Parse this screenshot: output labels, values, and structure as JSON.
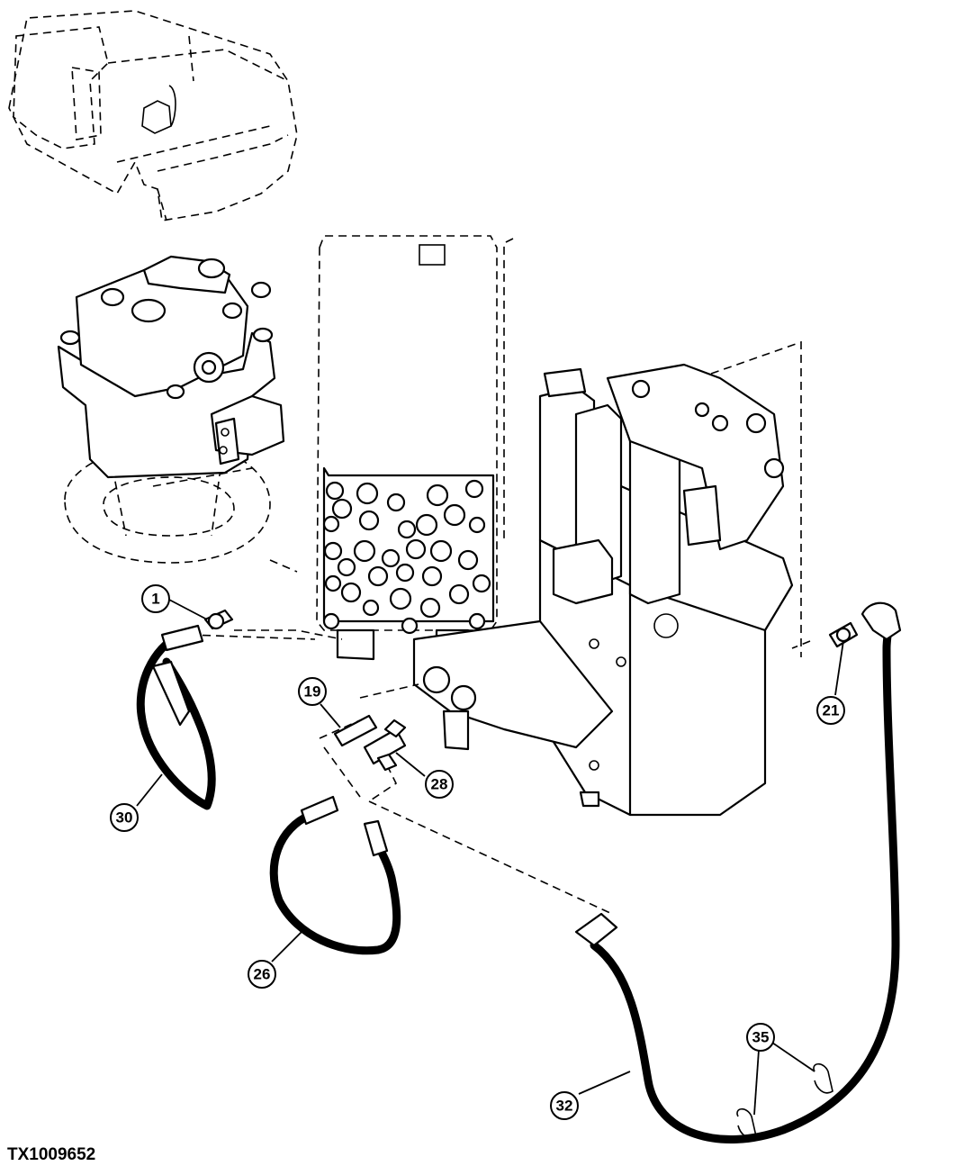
{
  "figure_id": "TX1009652",
  "callouts": {
    "c1": "1",
    "c19": "19",
    "c21": "21",
    "c26": "26",
    "c28": "28",
    "c30": "30",
    "c32": "32",
    "c35": "35"
  }
}
